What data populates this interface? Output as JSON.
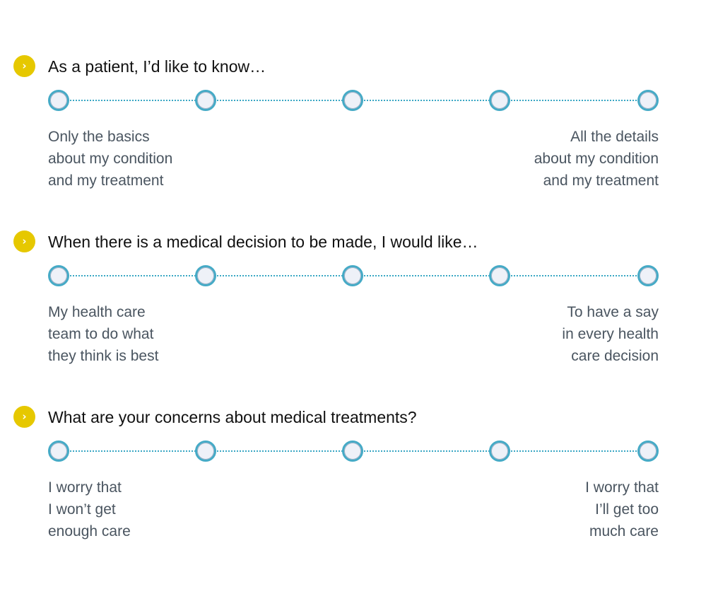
{
  "bullet_glyph": "›",
  "questions": [
    {
      "text": "As a patient, I’d like to know…",
      "low_label": "Only the basics\nabout my condition\nand my treatment",
      "high_label": "All the details\nabout my condition\nand my treatment",
      "options": 5
    },
    {
      "text": "When there is a medical decision to be made, I would like…",
      "low_label": "My health care\nteam to do what\nthey think is best",
      "high_label": "To have a say\nin every health\ncare decision",
      "options": 5
    },
    {
      "text": "What are your concerns about medical treatments?",
      "low_label": "I worry that\nI won’t get\nenough care",
      "high_label": "I worry that\nI’ll get too\nmuch care",
      "options": 5
    }
  ],
  "colors": {
    "bullet": "#e6c800",
    "line": "#3aa7c4",
    "radio_border": "#45aac6",
    "label_text": "#4a5560",
    "question_text": "#111111"
  }
}
